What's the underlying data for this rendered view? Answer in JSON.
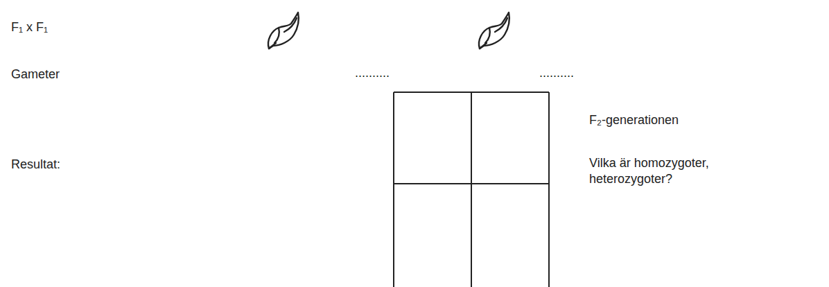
{
  "diagram": {
    "labels": [
      "F₁ x F₁",
      "Gameter",
      "..........",
      "..........",
      "F₂-generationen",
      "Resultat:",
      "Vilka är homozygoter, heterozygoter?"
    ]
  }
}
